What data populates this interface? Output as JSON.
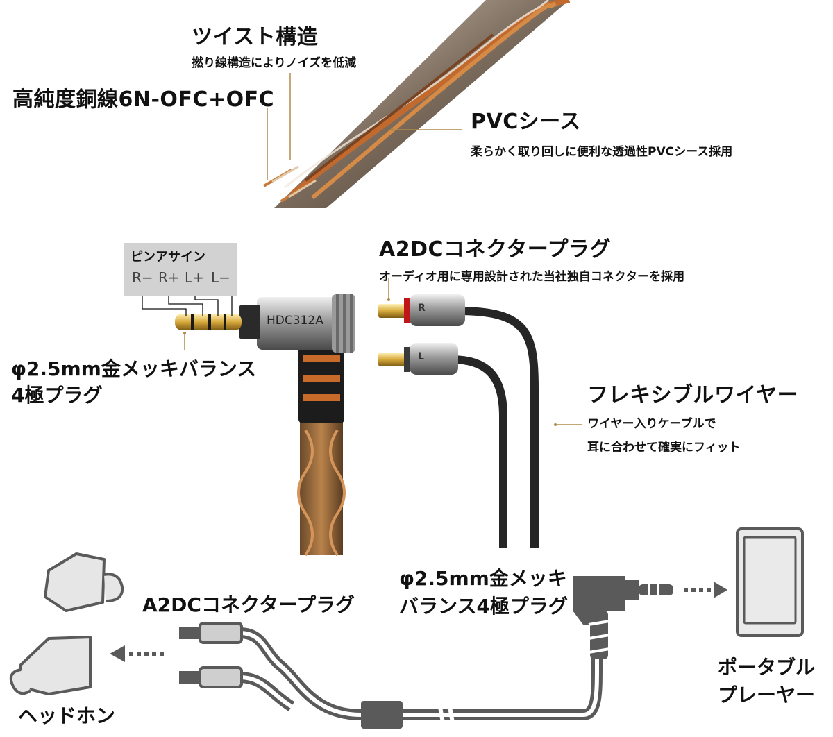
{
  "colors": {
    "accent_gold": "#b08a4a",
    "copper": "#b8662e",
    "cable_black": "#262626",
    "gray_icon": "#5a5a5a",
    "light_icon": "#cfcfcf"
  },
  "top": {
    "twist_title": "ツイスト構造",
    "twist_desc": "撚り線構造によりノイズを低減",
    "copper_title": "高純度銅線6N-OFC+OFC",
    "pvc_title": "PVCシース",
    "pvc_desc": "柔らかく取り回しに便利な透過性PVCシース採用"
  },
  "pin": {
    "title": "ピンアサイン",
    "pins": [
      "R−",
      "R+",
      "L+",
      "L−"
    ]
  },
  "plug": {
    "body_text": "HDC312A",
    "title_line1": "φ2.5mm金メッキバランス",
    "title_line2": "4極プラグ"
  },
  "connector": {
    "title": "A2DCコネクタープラグ",
    "desc": "オーディオ用に専用設計された当社独自コネクターを採用",
    "r_mark": "R",
    "l_mark": "L"
  },
  "flex": {
    "title": "フレキシブルワイヤー",
    "desc_line1": "ワイヤー入りケーブルで",
    "desc_line2": "耳に合わせて確実にフィット"
  },
  "bottom": {
    "connector_label": "A2DCコネクタープラグ",
    "plug_line1": "φ2.5mm金メッキ",
    "plug_line2": "バランス4極プラグ",
    "headphone_label": "ヘッドホン",
    "player_line1": "ポータブル",
    "player_line2": "プレーヤー"
  }
}
